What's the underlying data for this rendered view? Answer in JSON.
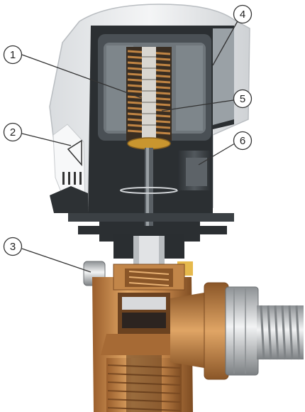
{
  "diagram": {
    "callouts": [
      {
        "label": "1"
      },
      {
        "label": "2"
      },
      {
        "label": "3"
      },
      {
        "label": "4"
      },
      {
        "label": "5"
      },
      {
        "label": "6"
      }
    ]
  },
  "colors": {
    "cap_white": "#e9ebed",
    "housing_dark": "#3f4448",
    "housing_black": "#1f2326",
    "spring_bronze": "#b07a3a",
    "brass": "#c98d4f",
    "brass_dark": "#8a5628",
    "chrome": "#c9ccce",
    "callout_line": "#333333"
  }
}
